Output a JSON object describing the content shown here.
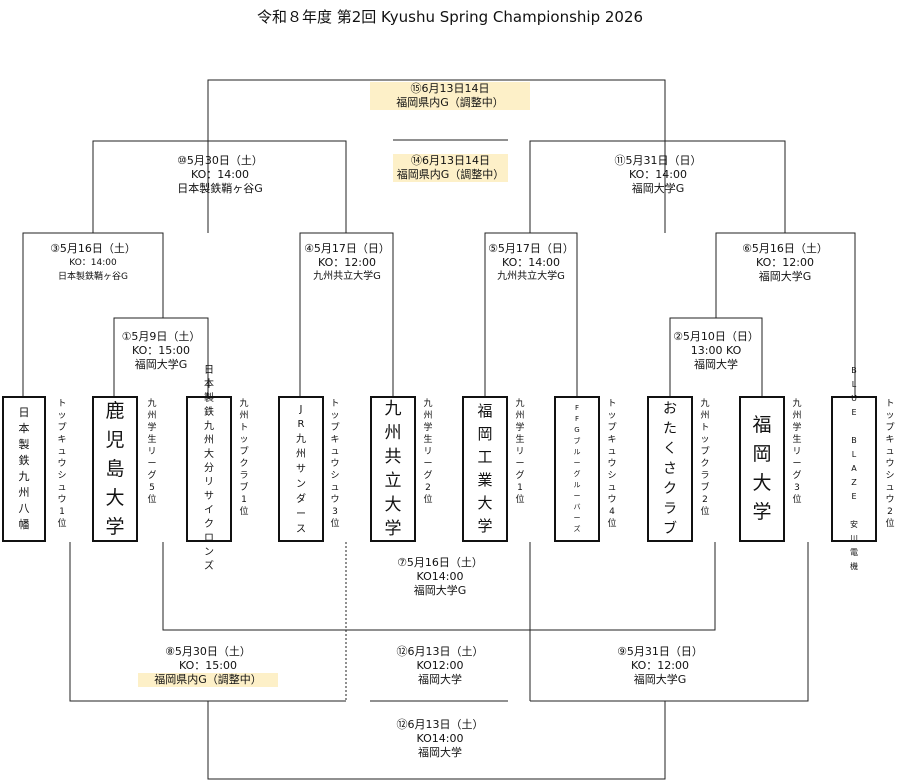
{
  "title": "令和８年度 第2回 Kyushu Spring Championship 2026",
  "matches": [
    {
      "id": "m15",
      "lines": [
        "⑮6月13日14日",
        "福岡県内G（調整中）"
      ],
      "highlight": true
    },
    {
      "id": "m14",
      "lines": [
        "⑭6月13日14日",
        "福岡県内G（調整中）"
      ],
      "highlight": true
    },
    {
      "id": "m10",
      "lines": [
        "⑩5月30日（土）",
        "KO：14:00",
        "日本製鉄鞘ヶ谷G"
      ],
      "highlight": false
    },
    {
      "id": "m11",
      "lines": [
        "⑪5月31日（日）",
        "KO：14:00",
        "福岡大学G"
      ],
      "highlight": false
    },
    {
      "id": "m3",
      "lines": [
        "③5月16日（土）",
        "KO：14:00",
        "日本製鉄鞘ヶ谷G"
      ],
      "highlight": false
    },
    {
      "id": "m4",
      "lines": [
        "④5月17日（日）",
        "KO：12:00",
        "九州共立大学G"
      ],
      "highlight": false
    },
    {
      "id": "m5",
      "lines": [
        "⑤5月17日（日）",
        "KO：14:00",
        "九州共立大学G"
      ],
      "highlight": false
    },
    {
      "id": "m6",
      "lines": [
        "⑥5月16日（土）",
        "KO：12:00",
        "福岡大学G"
      ],
      "highlight": false
    },
    {
      "id": "m1",
      "lines": [
        "①5月9日（土）",
        "KO：15:00",
        "福岡大学G"
      ],
      "highlight": false
    },
    {
      "id": "m2",
      "lines": [
        "②5月10日（日）",
        "13:00 KO",
        "福岡大学"
      ],
      "highlight": false
    },
    {
      "id": "m7",
      "lines": [
        "⑦5月16日（土）",
        "KO14:00",
        "福岡大学G"
      ],
      "highlight": false
    },
    {
      "id": "m8",
      "lines": [
        "⑧5月30日（土）",
        "KO：15:00",
        "福岡県内G（調整中）"
      ],
      "highlight": true
    },
    {
      "id": "m12a",
      "lines": [
        "⑫6月13日（土）",
        "KO12:00",
        "福岡大学"
      ],
      "highlight": false
    },
    {
      "id": "m9",
      "lines": [
        "⑨5月31日（日）",
        "KO：12:00",
        "福岡大学G"
      ],
      "highlight": false
    },
    {
      "id": "m12b",
      "lines": [
        "⑫6月13日（土）",
        "KO14:00",
        "福岡大学"
      ],
      "highlight": false
    }
  ],
  "teams": [
    {
      "name": "日本製鉄九州八幡",
      "note": "トップキュウシュウ1位"
    },
    {
      "name": "鹿児島大学",
      "note": "九州学生リーグ5位"
    },
    {
      "name": "日本製鉄九州大分リサイクロンズ",
      "note": "九州トップクラブ1位"
    },
    {
      "name": "JR九州サンダース",
      "note": "トップキュウシュウ3位"
    },
    {
      "name": "九州共立大学",
      "note": "九州学生リーグ2位"
    },
    {
      "name": "福岡工業大学",
      "note": "九州学生リーグ1位"
    },
    {
      "name": "FFGブルーグルーバーズ",
      "note": "トップキュウシュウ4位"
    },
    {
      "name": "おたくさクラブ",
      "note": "九州トップクラブ2位"
    },
    {
      "name": "福岡大学",
      "note": "九州学生リーグ3位"
    },
    {
      "name": "BLUE BLAZE 安川電機",
      "note": "トップキュウシュウ2位"
    }
  ]
}
